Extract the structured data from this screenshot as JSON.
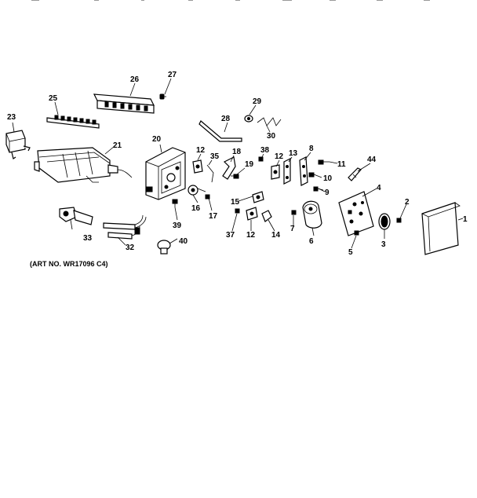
{
  "caption": "(ART NO. WR17096 C4)",
  "part_labels": [
    "1",
    "2",
    "3",
    "4",
    "5",
    "6",
    "7",
    "8",
    "9",
    "10",
    "11",
    "12",
    "12",
    "12",
    "13",
    "14",
    "15",
    "16",
    "17",
    "18",
    "19",
    "20",
    "21",
    "23",
    "25",
    "26",
    "27",
    "28",
    "29",
    "30",
    "32",
    "33",
    "35",
    "37",
    "38",
    "39",
    "40",
    "44"
  ]
}
